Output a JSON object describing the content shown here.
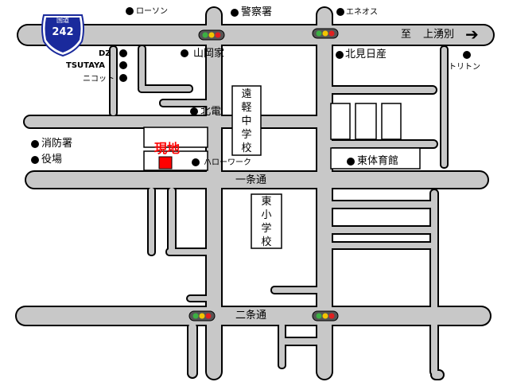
{
  "route": {
    "label": "国道",
    "number": "242"
  },
  "direction": {
    "prefix": "至",
    "destination": "上湧別",
    "arrow": "➔"
  },
  "roads": {
    "ichijo": "一条通",
    "nijo": "二条通"
  },
  "current_location": {
    "label": "現地",
    "marker_color": "#ff0000"
  },
  "landmarks": {
    "lawson": "ローソン",
    "police": "警察署",
    "eneos": "エネオス",
    "dz": "DZ",
    "tsutaya": "TSUTAYA",
    "nikotto": "ニコット",
    "yamaokaya": "山岡家",
    "kitami_nissan": "北見日産",
    "toriton": "トリトン",
    "hokuden": "北電",
    "fire_station": "消防署",
    "town_hall": "役場",
    "hello_work": "ハローワーク",
    "gymnasium": "東体育館",
    "engaru_jhs": "遠軽中学校",
    "higashi_es": "東小学校"
  },
  "colors": {
    "road": "#c8c8c8",
    "road_outline": "#000000",
    "shield": "#1a2a9c",
    "background": "#ffffff"
  }
}
